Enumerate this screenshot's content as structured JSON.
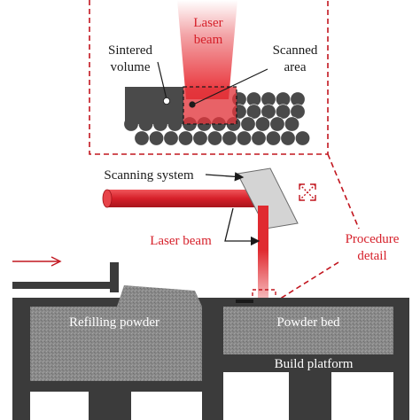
{
  "labels": {
    "laser_beam_top": [
      "Laser",
      "beam"
    ],
    "sintered_volume": [
      "Sintered",
      "volume"
    ],
    "scanned_area": [
      "Scanned",
      "area"
    ],
    "scanning_system": "Scanning system",
    "laser_beam_mid": "Laser beam",
    "procedure_detail": [
      "Procedure",
      "detail"
    ],
    "refilling_powder": "Refilling powder",
    "powder_bed": "Powder bed",
    "build_platform": "Build platform"
  },
  "colors": {
    "laser_red": "#d6202a",
    "dark_grey": "#3b3b3b",
    "powder_grey": "#8d8d8d",
    "mirror_grey": "#d4d4d4",
    "label_text": "#1a1a1a"
  },
  "icons": [
    "move-arrows-icon",
    "push-arrow-icon"
  ]
}
